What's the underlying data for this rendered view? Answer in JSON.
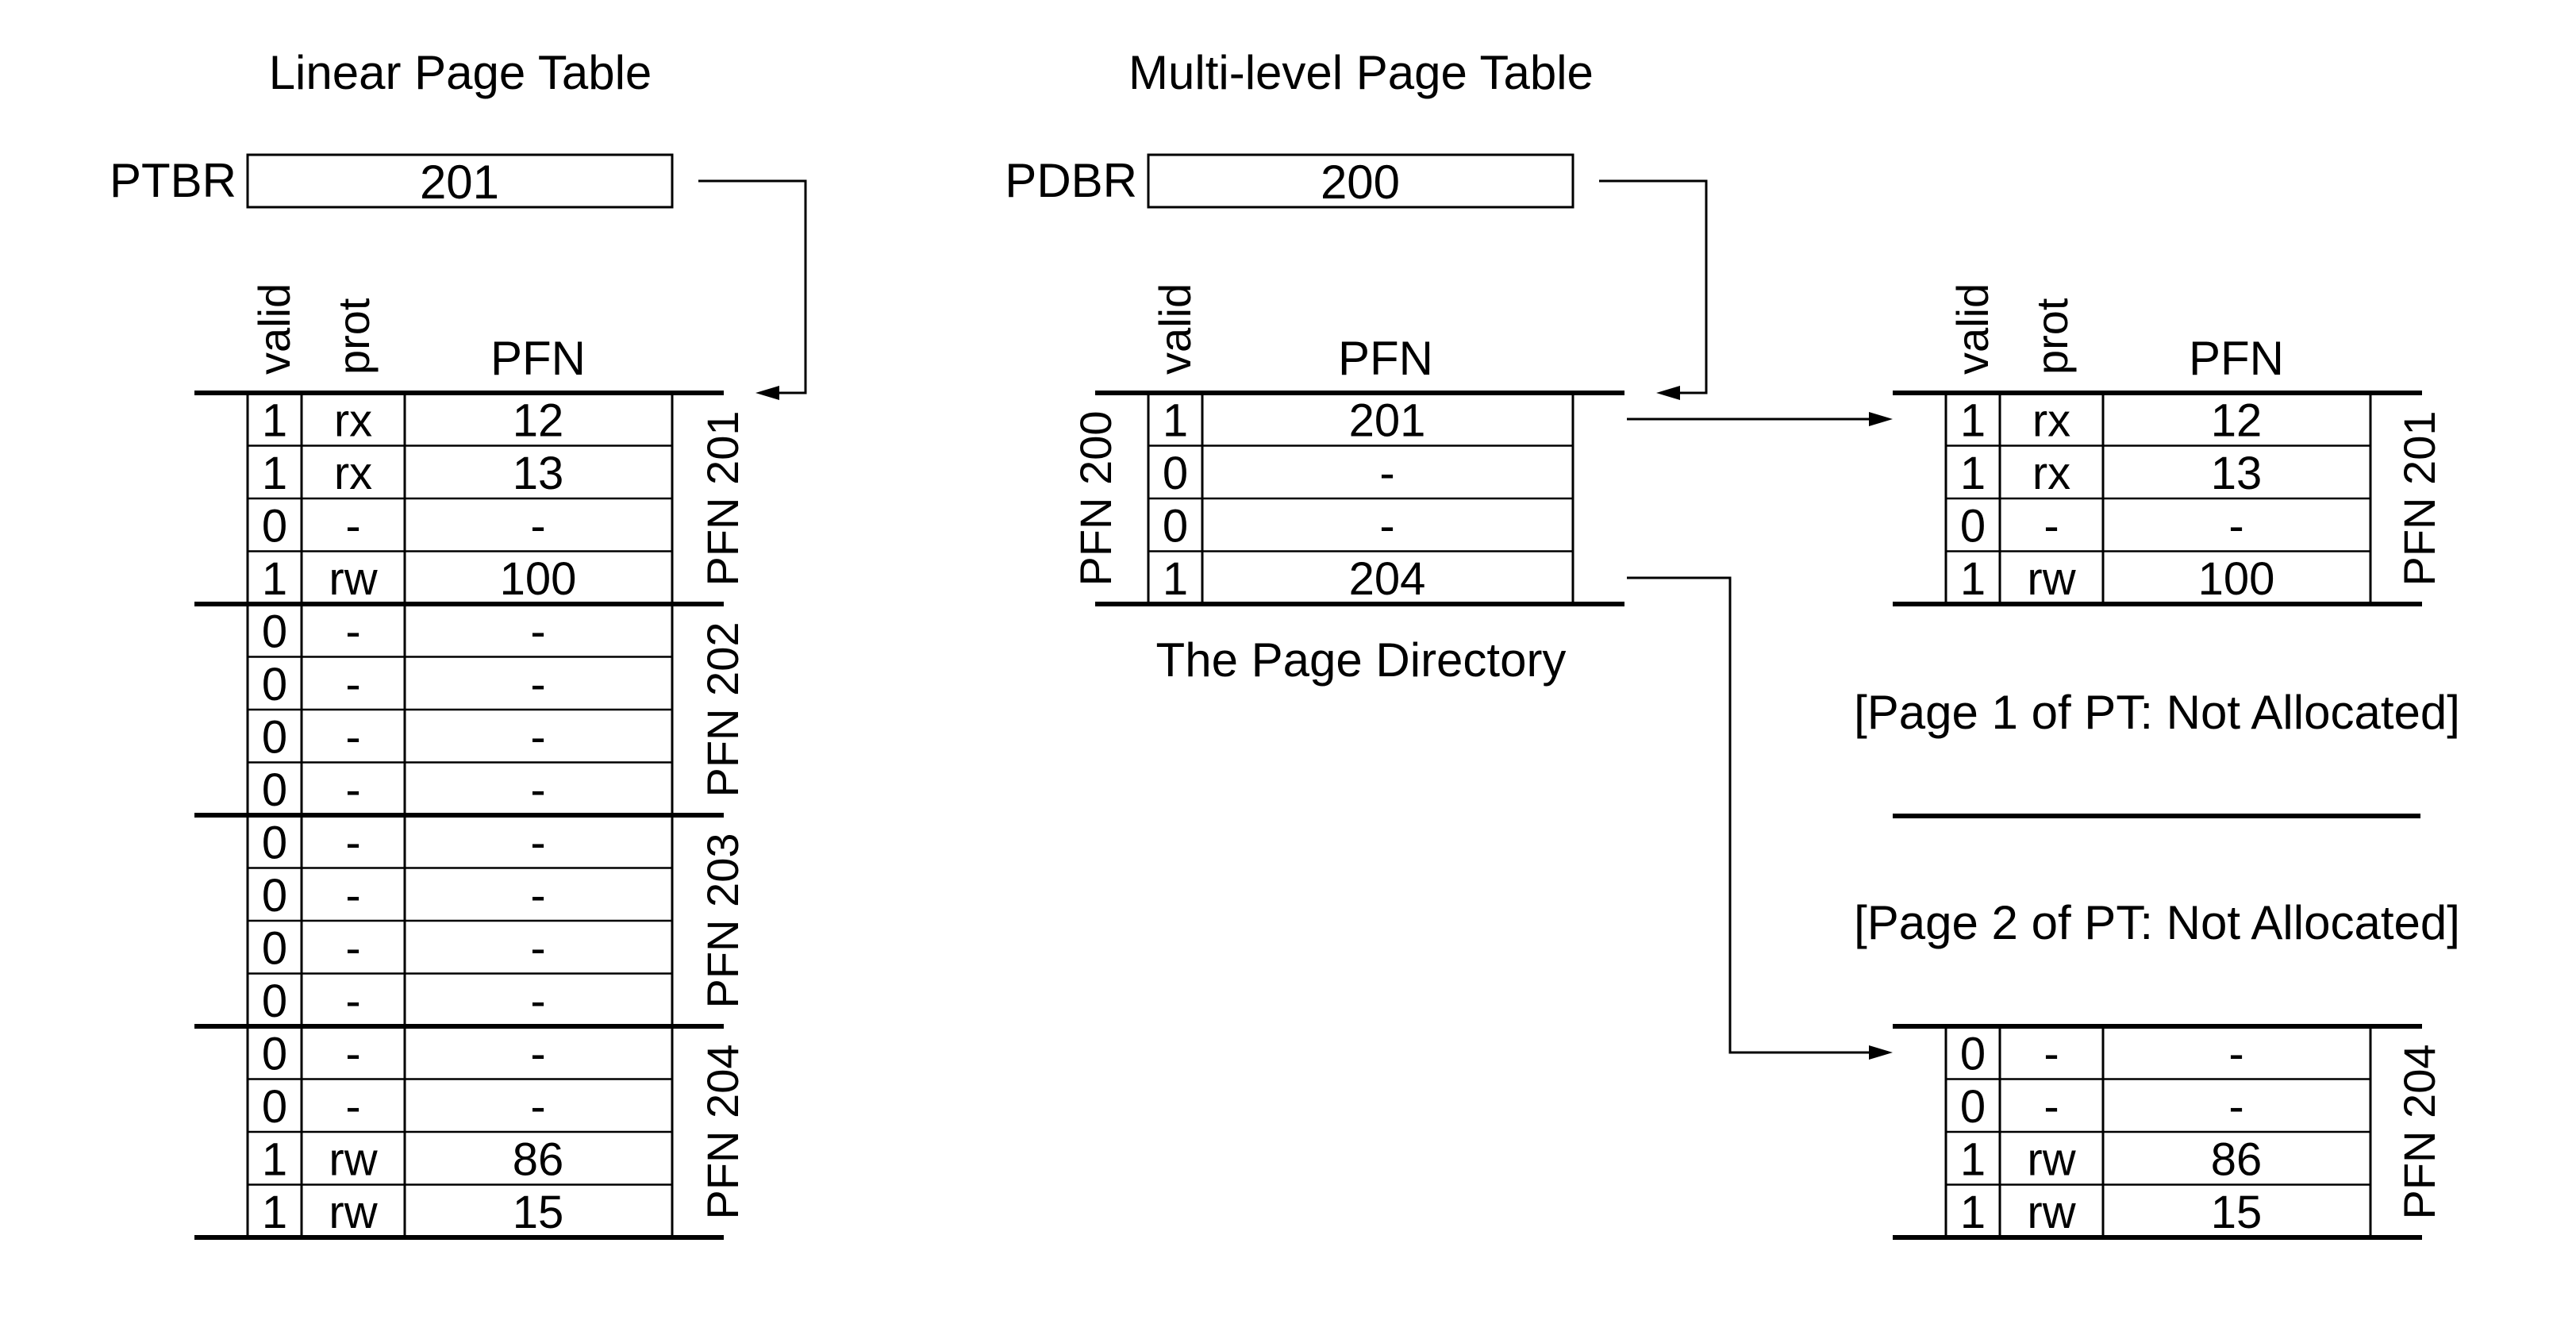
{
  "linear": {
    "title": "Linear Page Table",
    "register_label": "PTBR",
    "register_value": "201",
    "headers": {
      "valid": "valid",
      "prot": "prot",
      "pfn": "PFN"
    },
    "pages": [
      {
        "label": "PFN 201",
        "rows": [
          [
            "1",
            "rx",
            "12"
          ],
          [
            "1",
            "rx",
            "13"
          ],
          [
            "0",
            "-",
            "-"
          ],
          [
            "1",
            "rw",
            "100"
          ]
        ]
      },
      {
        "label": "PFN 202",
        "rows": [
          [
            "0",
            "-",
            "-"
          ],
          [
            "0",
            "-",
            "-"
          ],
          [
            "0",
            "-",
            "-"
          ],
          [
            "0",
            "-",
            "-"
          ]
        ]
      },
      {
        "label": "PFN 203",
        "rows": [
          [
            "0",
            "-",
            "-"
          ],
          [
            "0",
            "-",
            "-"
          ],
          [
            "0",
            "-",
            "-"
          ],
          [
            "0",
            "-",
            "-"
          ]
        ]
      },
      {
        "label": "PFN 204",
        "rows": [
          [
            "0",
            "-",
            "-"
          ],
          [
            "0",
            "-",
            "-"
          ],
          [
            "1",
            "rw",
            "86"
          ],
          [
            "1",
            "rw",
            "15"
          ]
        ]
      }
    ]
  },
  "multilevel": {
    "title": "Multi-level Page Table",
    "register_label": "PDBR",
    "register_value": "200",
    "directory": {
      "label": "PFN 200",
      "caption": "The Page Directory",
      "headers": {
        "valid": "valid",
        "pfn": "PFN"
      },
      "rows": [
        [
          "1",
          "201"
        ],
        [
          "0",
          "-"
        ],
        [
          "0",
          "-"
        ],
        [
          "1",
          "204"
        ]
      ]
    },
    "pt_headers": {
      "valid": "valid",
      "prot": "prot",
      "pfn": "PFN"
    },
    "pt_page_top": {
      "label": "PFN 201",
      "rows": [
        [
          "1",
          "rx",
          "12"
        ],
        [
          "1",
          "rx",
          "13"
        ],
        [
          "0",
          "-",
          "-"
        ],
        [
          "1",
          "rw",
          "100"
        ]
      ]
    },
    "not_allocated_1": "[Page 1 of PT: Not Allocated]",
    "not_allocated_2": "[Page 2 of PT: Not Allocated]",
    "pt_page_bottom": {
      "label": "PFN 204",
      "rows": [
        [
          "0",
          "-",
          "-"
        ],
        [
          "0",
          "-",
          "-"
        ],
        [
          "1",
          "rw",
          "86"
        ],
        [
          "1",
          "rw",
          "15"
        ]
      ]
    }
  }
}
